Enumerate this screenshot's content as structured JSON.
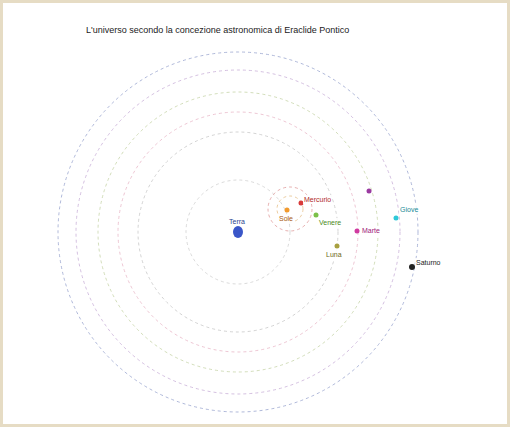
{
  "diagram": {
    "title": "L'universo secondo la concezione astronomica di Eraclide Pontico",
    "labels": [
      "Terra",
      "Sole",
      "Mercurio",
      "Venere",
      "Luna",
      "Marte",
      "Giove",
      "Saturno"
    ]
  }
}
